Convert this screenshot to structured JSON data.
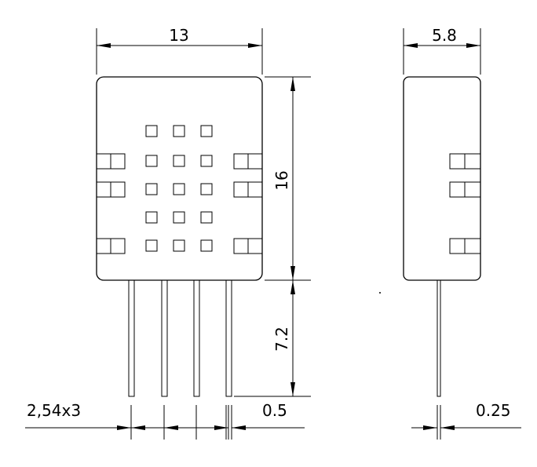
{
  "front_view": {
    "width_label": "13",
    "height_label": "16",
    "lead_length_label": "7.2",
    "pitch_label": "2,54x3",
    "lead_width_label": "0.5"
  },
  "side_view": {
    "depth_label": "5.8",
    "lead_thickness_label": "0.25"
  }
}
